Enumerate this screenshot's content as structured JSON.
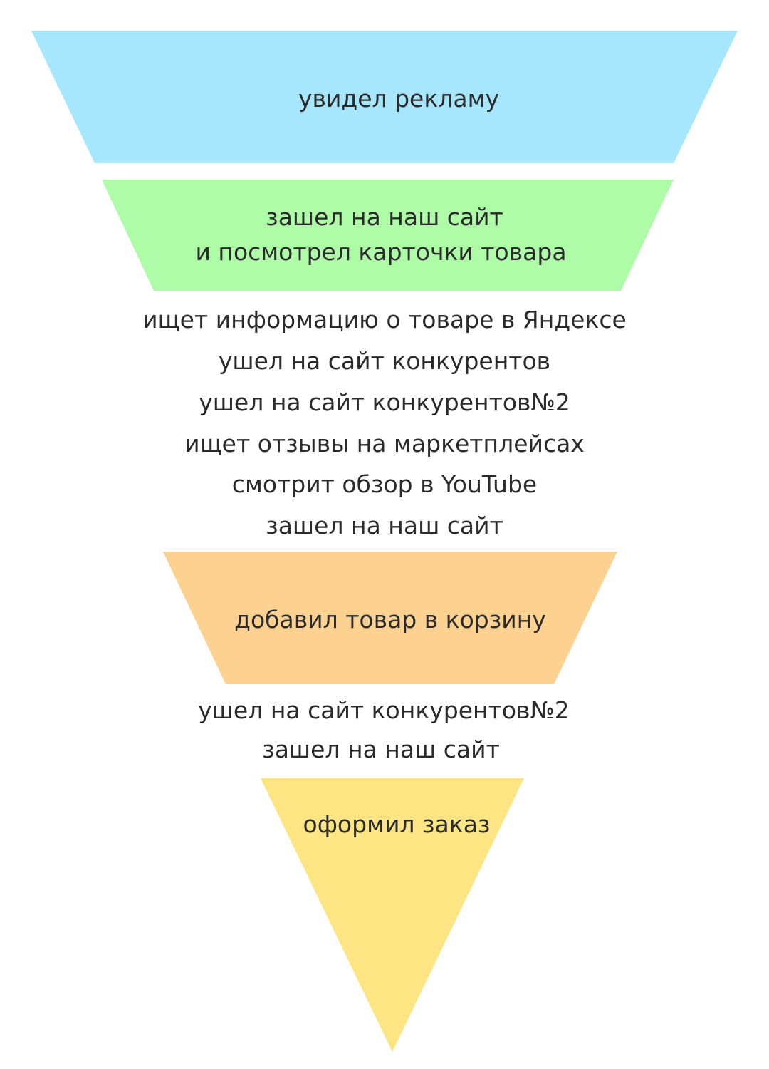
{
  "colors": {
    "stage_1": "#a6e7fd",
    "stage_2": "#aefca8",
    "stage_3": "#fdd18f",
    "stage_4": "#fde584",
    "text": "#2b2b2b"
  },
  "stages": [
    {
      "label_lines": [
        "увидел рекламу"
      ]
    },
    {
      "label_lines": [
        "зашел на наш сайт",
        "и посмотрел карточки товара"
      ]
    },
    {
      "label_lines": [
        "добавил товар в корзину"
      ]
    },
    {
      "label_lines": [
        "оформил заказ"
      ]
    }
  ],
  "steps_between_2_3": [
    "ищет информацию о товаре в Яндексе",
    "ушел на сайт конкурентов",
    "ушел на сайт конкурентов№2",
    "ищет отзывы на маркетплейсах",
    "смотрит обзор в YouTube",
    "зашел на наш сайт"
  ],
  "steps_between_3_4": [
    "ушел на сайт конкурентов№2",
    "зашел на наш сайт"
  ]
}
